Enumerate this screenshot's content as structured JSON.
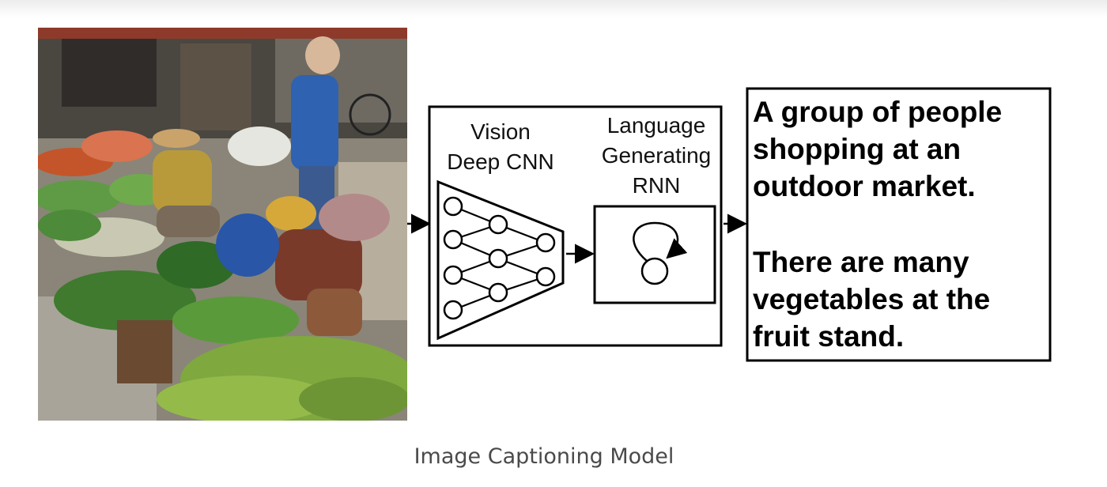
{
  "diagram": {
    "vision_label": [
      "Vision",
      "Deep CNN"
    ],
    "language_label": [
      "Language",
      "Generating",
      "RNN"
    ],
    "captions": [
      [
        "A group of people",
        "shopping at an",
        "outdoor market."
      ],
      [
        "There are many",
        "vegetables at the",
        "fruit stand."
      ]
    ],
    "figure_caption": "Image Captioning Model"
  }
}
